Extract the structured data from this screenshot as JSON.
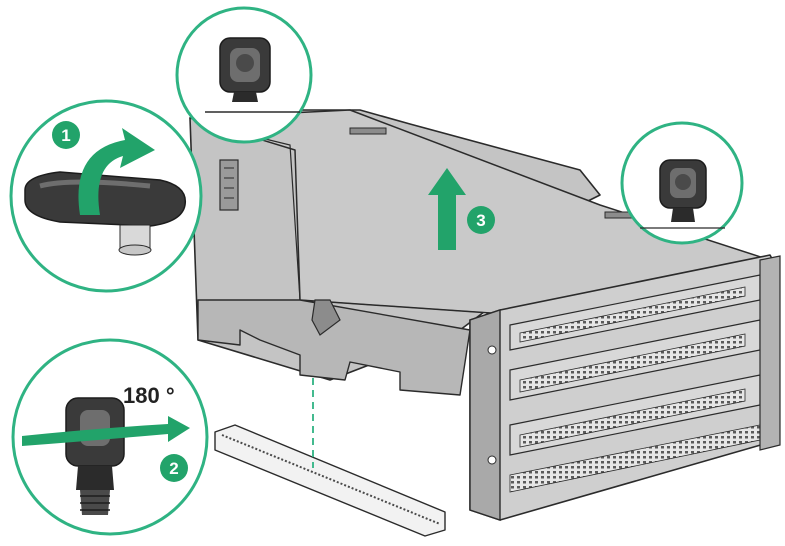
{
  "steps": [
    {
      "number": "1",
      "color": "#22a36a"
    },
    {
      "number": "2",
      "color": "#22a36a"
    },
    {
      "number": "3",
      "color": "#22a36a"
    }
  ],
  "rotation_label": "180 °",
  "colors": {
    "accent_green": "#22a36a",
    "callout_ring": "#2fb383",
    "cage_fill": "#bdbdbd",
    "cage_dark": "#8c8c8c",
    "outline": "#2b2b2b",
    "latch": "#3a3a3a",
    "slot_card": "#d0d0d0"
  },
  "icons": [
    "rotate-arrow-icon",
    "lift-arrow-icon",
    "turn-arrow-icon",
    "thumbscrew-icon"
  ]
}
